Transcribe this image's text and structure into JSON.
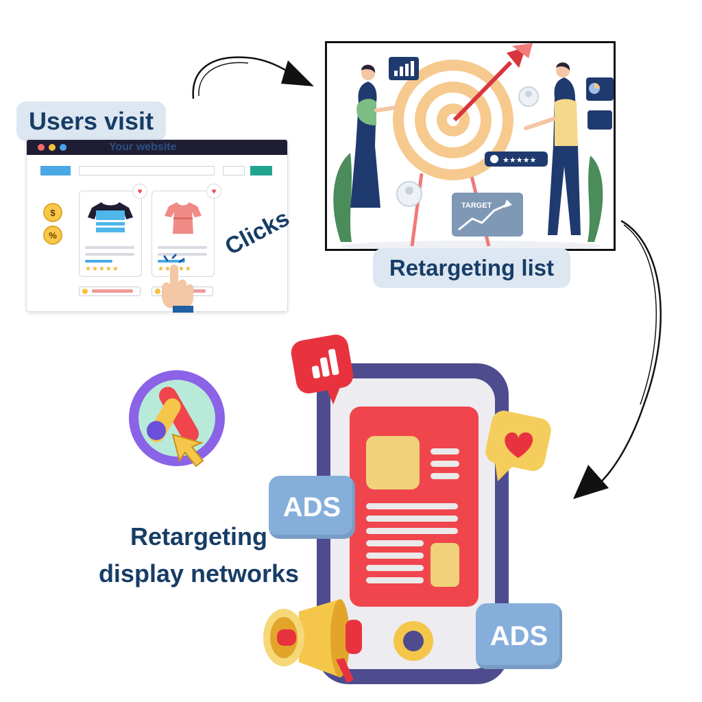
{
  "steps": {
    "visit_label": "Users visit",
    "website_label": "Your website",
    "clicks_label": "Clicks",
    "list_label": "Retargeting list",
    "target_label": "TARGET",
    "networks_line1": "Retargeting",
    "networks_line2": "display networks"
  },
  "ads": {
    "badge1": "ADS",
    "badge2": "ADS"
  },
  "icons": {
    "coin1": "$",
    "coin2": "%"
  },
  "colors": {
    "heading": "#173d66",
    "pill_bg": "#dde7f1",
    "phone_frame": "#4e4c8f",
    "ad_card": "#f0454c",
    "ads_badge": "#86aedb",
    "accent_yellow": "#f4c64a"
  }
}
